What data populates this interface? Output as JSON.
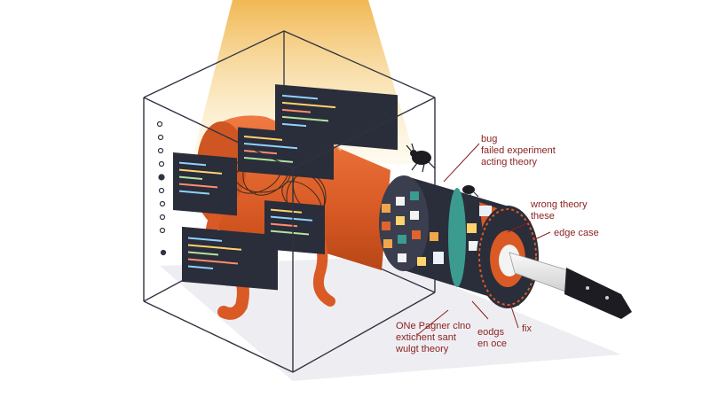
{
  "labels": {
    "top_right": [
      "bug",
      "failed experiment",
      "acting theory"
    ],
    "middle_right": [
      "wrong theory",
      "these"
    ],
    "edge_case": "edge case",
    "fix": "fix",
    "bottom_left": [
      "ONe Pagner clno",
      "extichent sant",
      "wulgt theory"
    ],
    "bottom_mid": [
      "eodgs",
      "en oce"
    ]
  },
  "colors": {
    "accent_red": "#8a1f1f",
    "tube_orange": "#e0642e",
    "dark_panel": "#2a2d3a",
    "light_beam": "#f1c263",
    "box_line": "#2f3342",
    "blade": "#e8e8e8",
    "handle": "#1c1c22"
  },
  "icons": [
    "bug-icon",
    "knife-icon",
    "tangled-yarn-icon",
    "cylinder-icon",
    "code-panel-icon"
  ]
}
